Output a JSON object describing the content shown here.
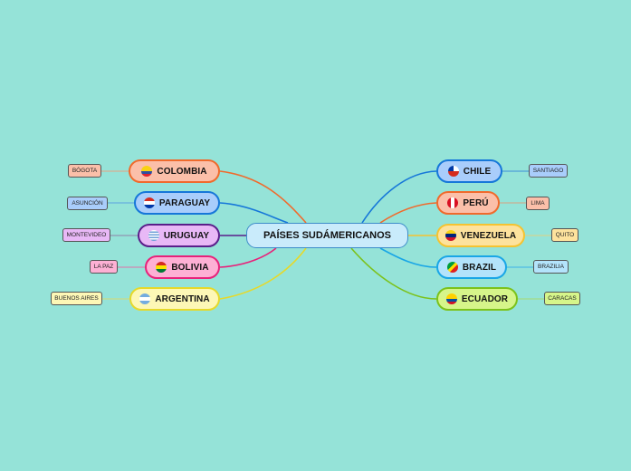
{
  "diagram": {
    "title": "PAÍSES SUDÁMERICANOS",
    "background": "#95e3d8",
    "root_fill": "#c9ebfb",
    "root_border": "#3d8cc9"
  },
  "branches": [
    {
      "country": "COLOMBIA",
      "capital": "BÓGOTA",
      "side": "left",
      "edge_color": "#f06a2c",
      "fill": "#fbbfa9",
      "border": "#f06a2c",
      "leaf_fill": "#fbbfa9",
      "flag": "colombia-flag-icon"
    },
    {
      "country": "PARAGUAY",
      "capital": "ASUNCIÓN",
      "side": "left",
      "edge_color": "#1677d9",
      "fill": "#a9cdfb",
      "border": "#1677d9",
      "leaf_fill": "#a9cdfb",
      "flag": "paraguay-flag-icon"
    },
    {
      "country": "URUGUAY",
      "capital": "MONTEVIDEO",
      "side": "left",
      "edge_color": "#5a1e8a",
      "fill": "#e8b8f6",
      "border": "#5a1e8a",
      "leaf_fill": "#e8b8f6",
      "flag": "uruguay-flag-icon"
    },
    {
      "country": "BOLIVIA",
      "capital": "LA PAZ",
      "side": "left",
      "edge_color": "#e8217a",
      "fill": "#fdb0d4",
      "border": "#e8217a",
      "leaf_fill": "#fdb0d4",
      "flag": "bolivia-flag-icon"
    },
    {
      "country": "ARGENTINA",
      "capital": "BUENOS AIRES",
      "side": "left",
      "edge_color": "#e6d92a",
      "fill": "#fdf7b6",
      "border": "#e6d92a",
      "leaf_fill": "#fdf7b6",
      "flag": "argentina-flag-icon"
    },
    {
      "country": "CHILE",
      "capital": "SANTIAGO",
      "side": "right",
      "edge_color": "#1677d9",
      "fill": "#a9cdfb",
      "border": "#1677d9",
      "leaf_fill": "#a9cdfb",
      "flag": "chile-flag-icon"
    },
    {
      "country": "PERÚ",
      "capital": "LIMA",
      "side": "right",
      "edge_color": "#f06a2c",
      "fill": "#fbbfa9",
      "border": "#f06a2c",
      "leaf_fill": "#fbbfa9",
      "flag": "peru-flag-icon"
    },
    {
      "country": "VENEZUELA",
      "capital": "QUITO",
      "side": "right",
      "edge_color": "#f5c330",
      "fill": "#fde29d",
      "border": "#f5c330",
      "leaf_fill": "#fde29d",
      "flag": "venezuela-flag-icon"
    },
    {
      "country": "BRAZIL",
      "capital": "BRAZILIA",
      "side": "right",
      "edge_color": "#19a6e6",
      "fill": "#b3e3fb",
      "border": "#19a6e6",
      "leaf_fill": "#b3e3fb",
      "flag": "brazil-flag-icon"
    },
    {
      "country": "ECUADOR",
      "capital": "CARACAS",
      "side": "right",
      "edge_color": "#7cc21b",
      "fill": "#d6f58a",
      "border": "#7cc21b",
      "leaf_fill": "#d6f58a",
      "flag": "ecuador-flag-icon"
    }
  ]
}
